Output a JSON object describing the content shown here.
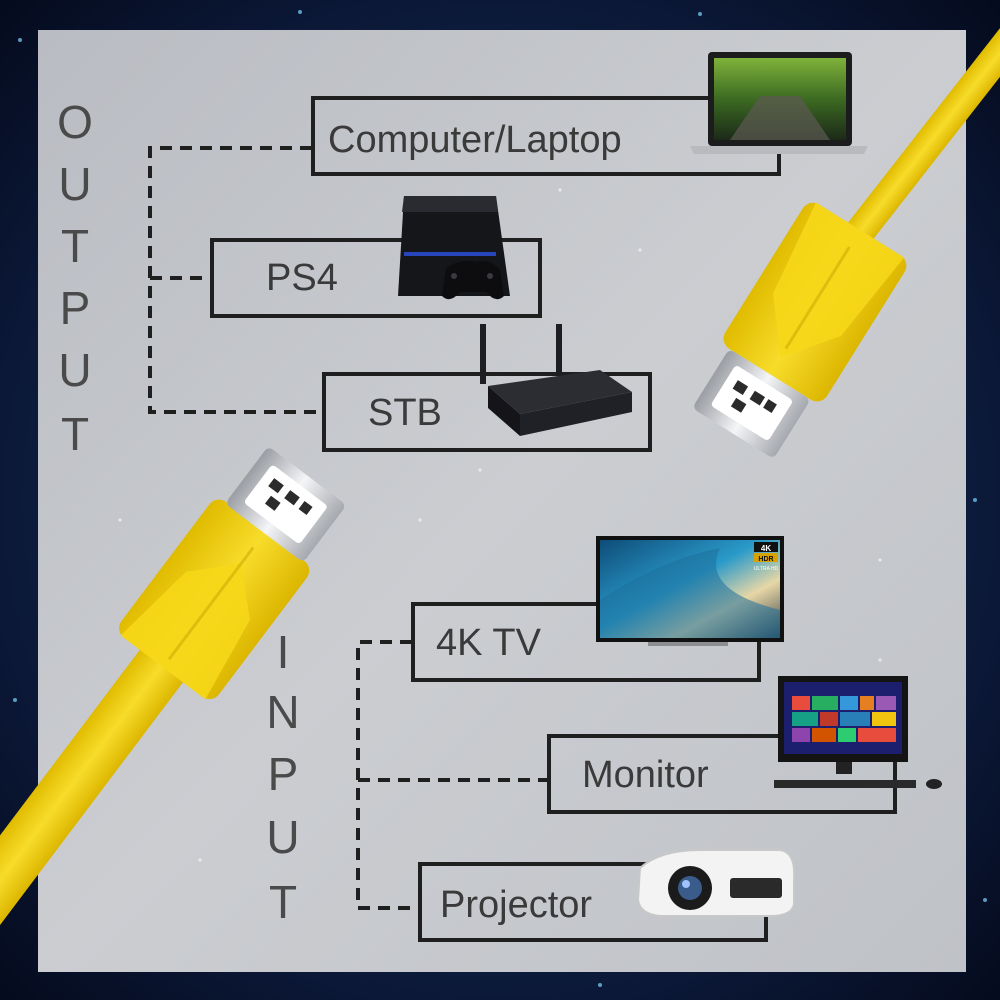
{
  "output": {
    "heading_letters": [
      "O",
      "U",
      "T",
      "P",
      "U",
      "T"
    ],
    "devices": [
      {
        "label": "Computer/Laptop",
        "icon": "laptop-icon"
      },
      {
        "label": "PS4",
        "icon": "game-console-icon"
      },
      {
        "label": "STB",
        "icon": "router-icon"
      }
    ]
  },
  "input": {
    "heading_letters": [
      "I",
      "N",
      "P",
      "U",
      "T"
    ],
    "devices": [
      {
        "label": "4K TV",
        "icon": "tv-icon",
        "badge": [
          "4K",
          "HDR",
          "ULTRA HD"
        ]
      },
      {
        "label": "Monitor",
        "icon": "monitor-icon"
      },
      {
        "label": "Projector",
        "icon": "projector-icon"
      }
    ]
  },
  "colors": {
    "panel": "#c6c8cc",
    "cable": "#f2d21c",
    "line": "#222222",
    "background": "#0a1430"
  }
}
